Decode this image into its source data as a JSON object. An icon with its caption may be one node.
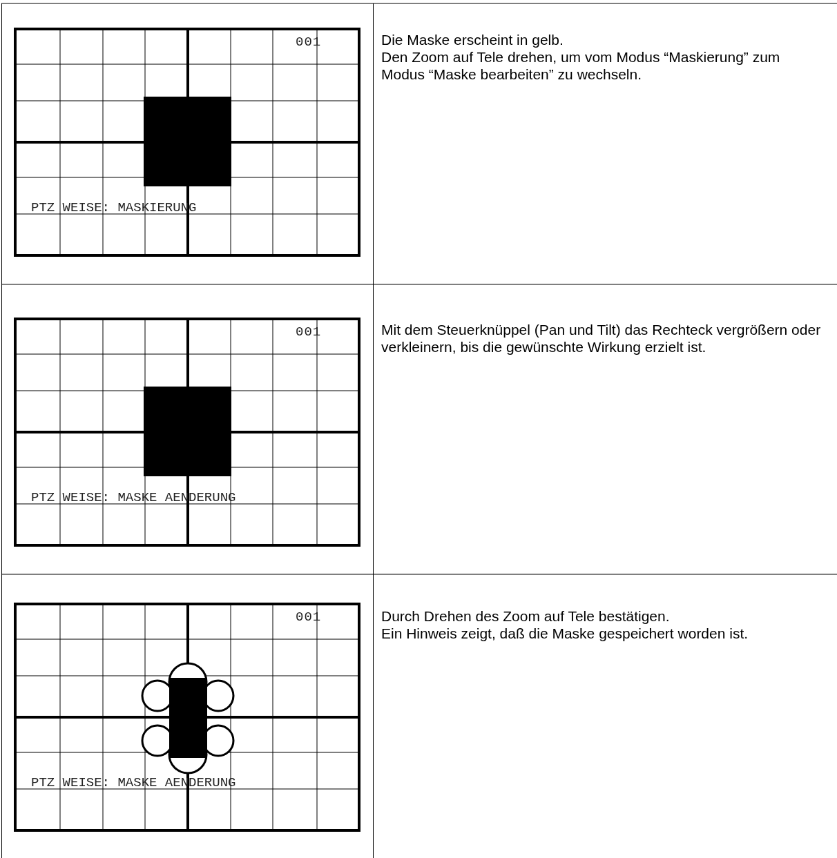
{
  "diagram": {
    "labels": [
      "001",
      "PTZ WEISE: MASKIERUNG",
      "Die Maske erscheint in gelb.",
      "Den Zoom auf Tele drehen, um vom Modus “Maskierung” zum Modus “Maske bearbeiten” zu wechseln.",
      "001",
      "PTZ WEISE: MASKE AENDERUNG",
      "Mit dem Steuerknüppel (Pan und Tilt) das Rechteck vergrößern oder verkleinern, bis die gewünschte Wirkung erzielt ist.",
      "001",
      "PTZ WEISE: MASKE AENDERUNG",
      "Durch Drehen des Zoom auf Tele bestätigen.",
      "Ein Hinweis zeigt, daß die Maske gespeichert worden ist."
    ]
  }
}
